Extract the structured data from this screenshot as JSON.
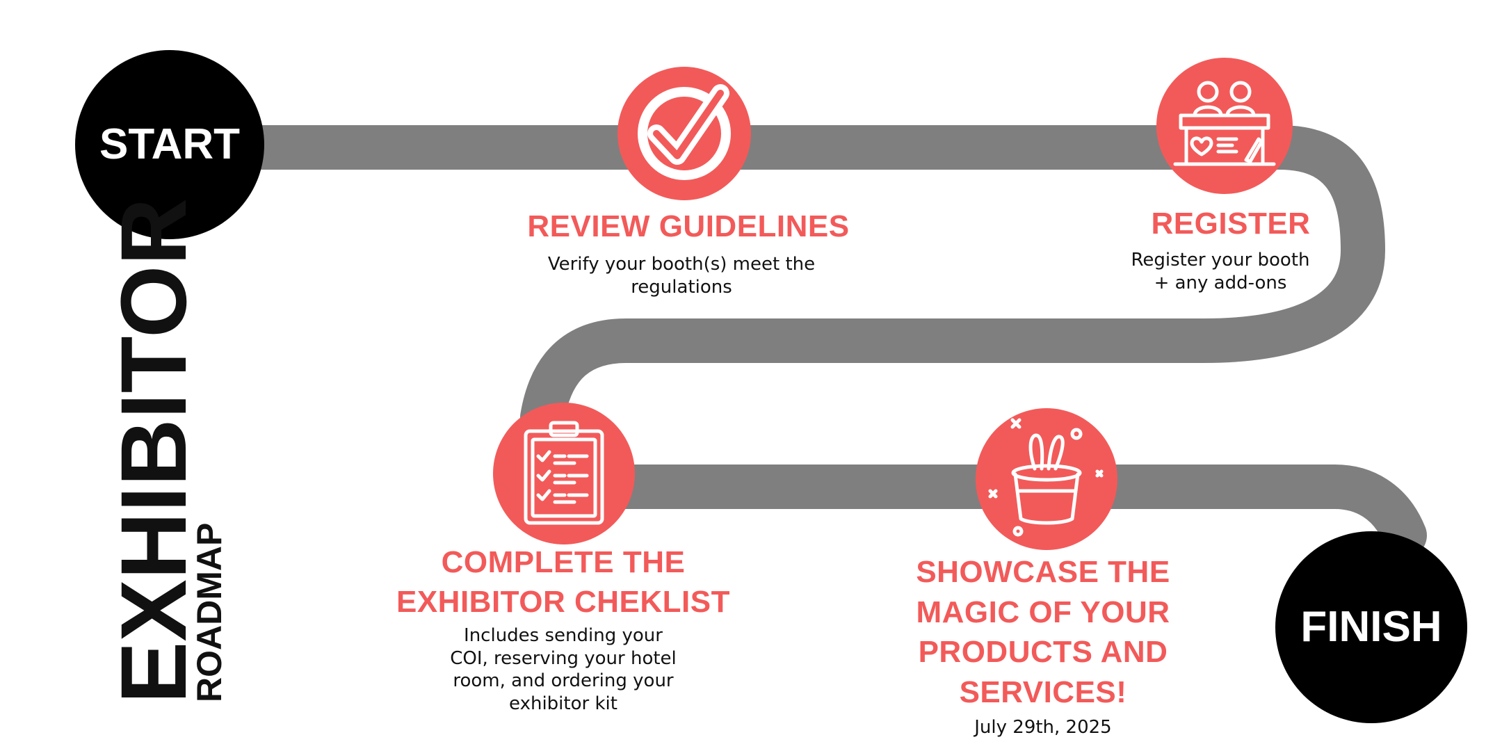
{
  "title": {
    "main": "EXHIBITOR",
    "sub": "ROADMAP"
  },
  "start_label": "START",
  "finish_label": "FINISH",
  "steps": [
    {
      "title": "REVIEW GUIDELINES",
      "desc": "Verify your booth(s) meet the regulations",
      "icon": "checkmark-icon"
    },
    {
      "title": "REGISTER",
      "desc": "Register your booth + any add-ons",
      "icon": "registration-desk-icon"
    },
    {
      "title": "COMPLETE THE EXHIBITOR CHEKLIST",
      "desc": "Includes sending your COI, reserving your hotel room, and ordering your exhibitor kit",
      "icon": "clipboard-checklist-icon"
    },
    {
      "title": "SHOWCASE THE MAGIC OF YOUR PRODUCTS AND SERVICES!",
      "desc": "July 29th, 2025",
      "icon": "magic-hat-icon"
    }
  ],
  "colors": {
    "accent": "#f25a59",
    "road": "#7f7f7f",
    "node": "#000000",
    "text": "#111111"
  }
}
